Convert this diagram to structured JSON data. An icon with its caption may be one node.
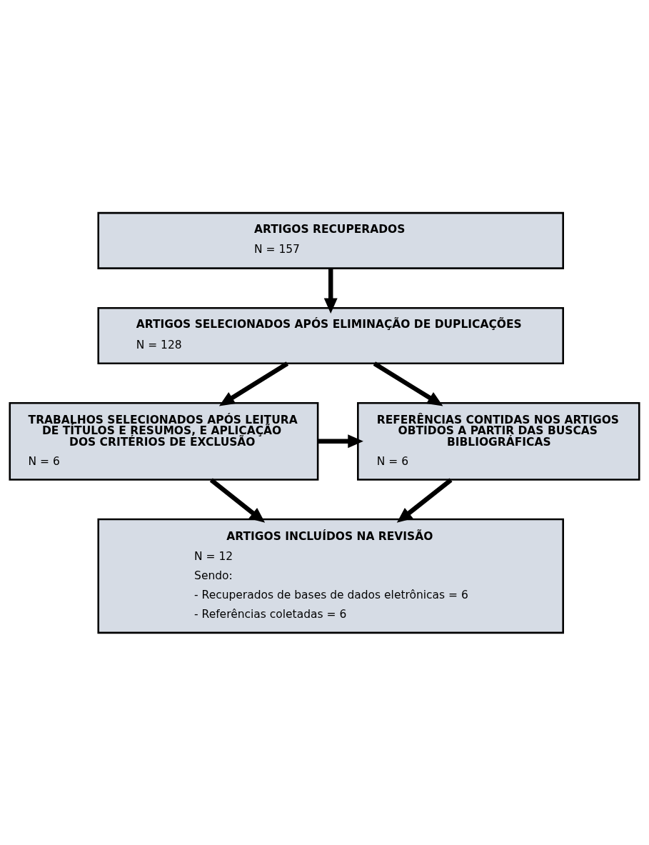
{
  "diagram": {
    "nodes": [
      {
        "text": [
          "ARTIGOS RECUPERADOS",
          "N = 157"
        ]
      },
      {
        "text": [
          "ARTIGOS SELECIONADOS APÓS ELIMINAÇÃO DE DUPLICAÇÕES",
          "N = 128"
        ]
      },
      {
        "text": [
          "TRABALHOS SELECIONADOS APÓS LEITURA DE TÍTULOS E RESUMOS, E APLICAÇÃO DOS CRITÉRIOS DE EXCLUSÃO",
          "N = 6"
        ]
      },
      {
        "text": [
          "REFERÊNCIAS CONTIDAS NOS ARTIGOS OBTIDOS A PARTIR DAS BUSCAS BIBLIOGRÁFICAS",
          "N = 6"
        ]
      },
      {
        "text": [
          "ARTIGOS INCLUÍDOS NA REVISÃO",
          "N = 12",
          "Sendo:",
          "- Recuperados de bases de dados eletrônicas = 6",
          "- Referências coletadas = 6"
        ]
      }
    ],
    "edges": [
      {
        "from": 0,
        "to": 1,
        "arrow": "to"
      },
      {
        "from": 1,
        "to": 2,
        "arrow": "to"
      },
      {
        "from": 1,
        "to": 3,
        "arrow": "to"
      },
      {
        "from": 2,
        "to": 3,
        "arrow": "to"
      },
      {
        "from": 2,
        "to": 4,
        "arrow": "to"
      },
      {
        "from": 3,
        "to": 4,
        "arrow": "to"
      }
    ]
  }
}
